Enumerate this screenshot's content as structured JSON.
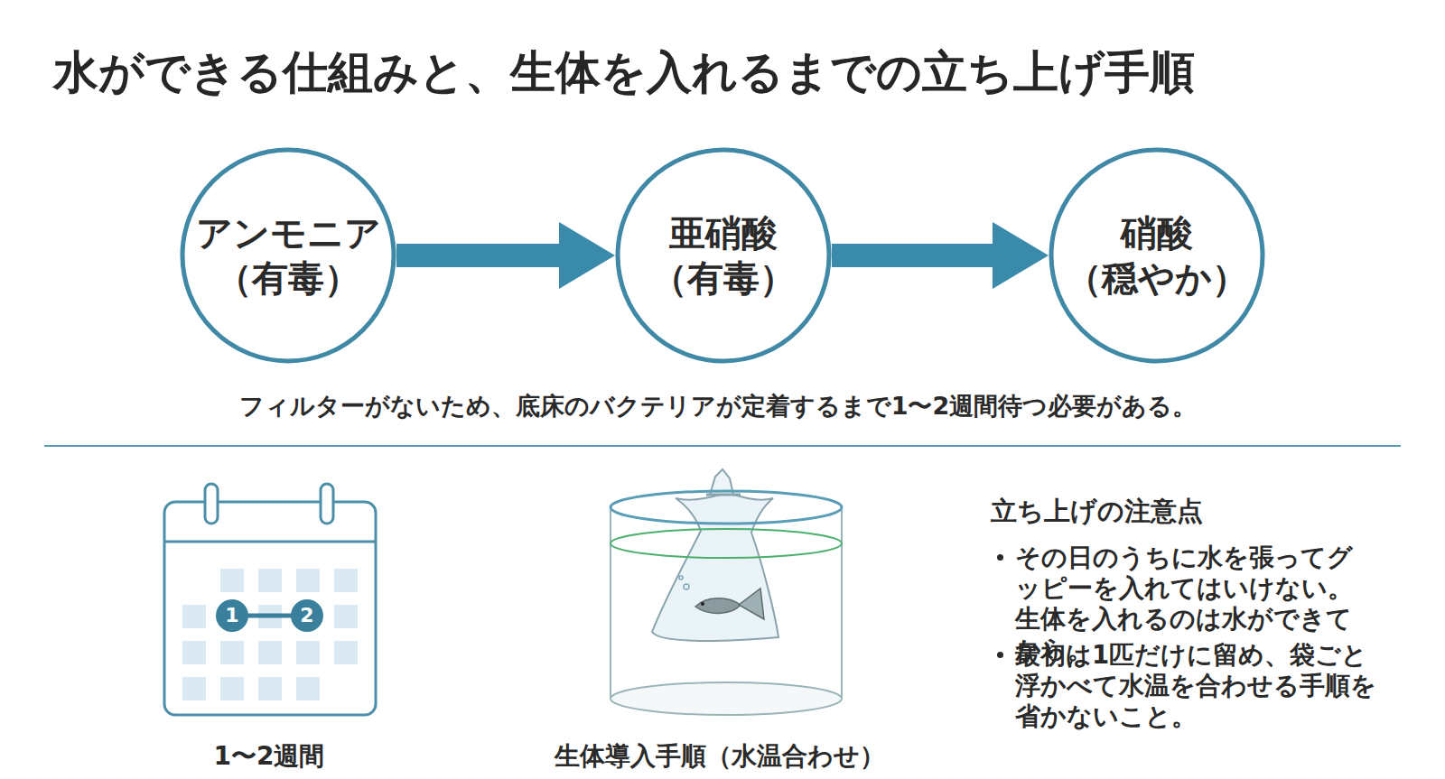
{
  "diagram": {
    "title": "水ができる仕組みと、生体を入れるまでの立ち上げ手順",
    "nodes": [
      {
        "text": [
          "アンモニア",
          "（有毒）"
        ]
      },
      {
        "text": [
          "亜硝酸",
          "（有毒）"
        ]
      },
      {
        "text": [
          "硝酸",
          "（穏やか）"
        ]
      }
    ],
    "edges": [
      {
        "from": 0,
        "to": 1,
        "arrow": "to"
      },
      {
        "from": 1,
        "to": 2,
        "arrow": "to"
      }
    ],
    "labels": [
      "フィルターがないため、底床のバクテリアが定着するまで1〜2週間待つ必要がある。",
      "1",
      "2",
      "1〜2週間",
      "生体導入手順（水温合わせ）",
      "立ち上げの注意点",
      "その日のうちに水を張ってグッピーを入れてはいけない。生体を入れるのは水ができてから。",
      "最初は1匹だけに留め、袋ごと浮かべて水温を合わせる手順を省かないこと。"
    ]
  }
}
